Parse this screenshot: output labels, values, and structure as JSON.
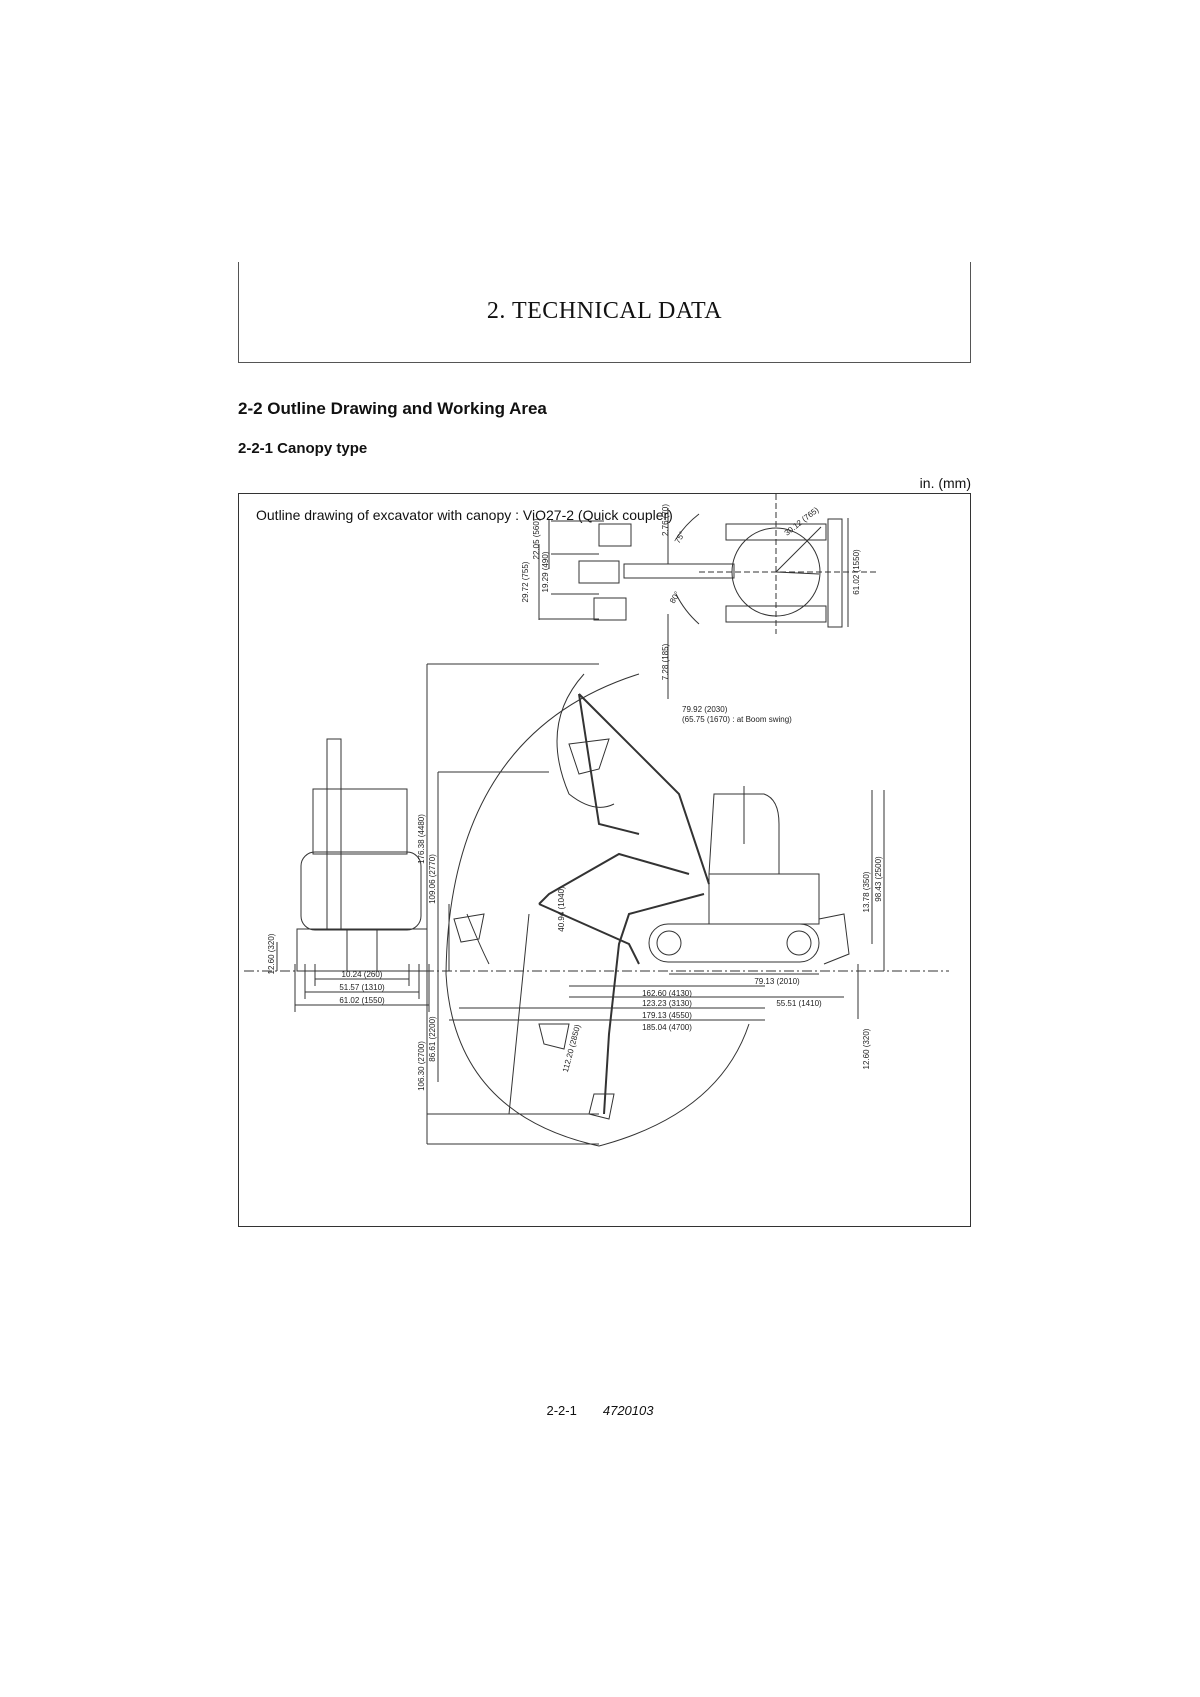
{
  "chapter": {
    "title": "2. TECHNICAL DATA"
  },
  "section": {
    "title": "2-2  Outline Drawing and Working Area"
  },
  "subsection": {
    "title": "2-2-1  Canopy type"
  },
  "units": "in. (mm)",
  "drawing": {
    "caption": "Outline drawing of excavator with canopy : ViO27-2 (Quick coupler)",
    "top_view": {
      "dims": [
        "2.76 (70)",
        "30.12 (765)",
        "61.02 (1550)",
        "22.05 (560)",
        "19.29 (490)",
        "29.72 (755)",
        "7.28 (185)"
      ],
      "angles": [
        "75°",
        "80°"
      ]
    },
    "front_view": {
      "dims": [
        "12.60 (320)",
        "10.24 (260)",
        "51.57 (1310)",
        "61.02 (1550)"
      ]
    },
    "side_view": {
      "reach_label": [
        "79.92 (2030)",
        "(65.75 (1670) : at Boom swing)"
      ],
      "vertical_dims": [
        "176.38 (4480)",
        "109.06 (2770)",
        "40.94 (1040)",
        "112.20 (2850)",
        "106.30 (2700)",
        "86.61 (2200)",
        "13.78 (350)",
        "98.43 (2500)",
        "12.60 (320)"
      ],
      "horizontal_dims": [
        "79.13 (2010)",
        "162.60 (4130)",
        "123.23 (3130)",
        "55.51 (1410)",
        "179.13 (4550)",
        "185.04 (4700)"
      ]
    }
  },
  "footer": {
    "page": "2-2-1",
    "doc_number": "4720103"
  }
}
